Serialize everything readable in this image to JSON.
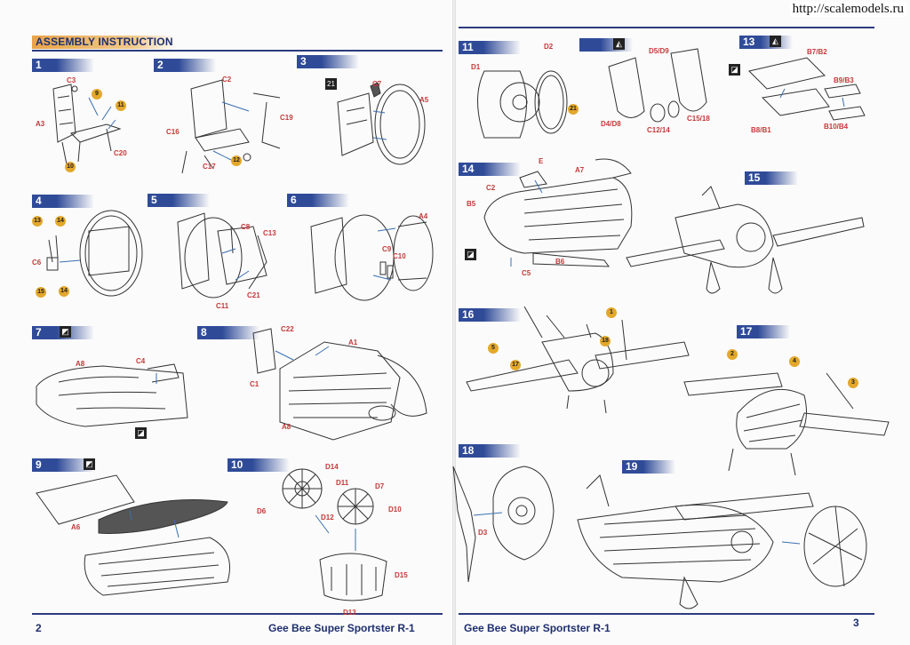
{
  "watermark": "http://scalemodels.ru",
  "left_page": {
    "header": "ASSEMBLY INSTRUCTION",
    "footer_title": "Gee Bee Super Sportster R-1",
    "page_number": "2"
  },
  "right_page": {
    "footer_title": "Gee Bee Super Sportster R-1",
    "page_number": "3"
  },
  "steps": {
    "s1": {
      "num": "1",
      "labels": {
        "c3": "C3",
        "a3": "A3",
        "c20": "C20"
      },
      "pins": {
        "p9": "9",
        "p11": "11",
        "p10": "10"
      }
    },
    "s2": {
      "num": "2",
      "labels": {
        "c2": "C2",
        "c16": "C16",
        "c17": "C17",
        "c19": "C19"
      },
      "pins": {
        "p12": "12"
      }
    },
    "s3": {
      "num": "3",
      "labels": {
        "c7": "C7",
        "a5": "A5"
      },
      "pins": {
        "p21": "21"
      }
    },
    "s4": {
      "num": "4",
      "labels": {
        "c6": "C6"
      },
      "pins": {
        "p13": "13",
        "p14": "14",
        "p15": "15",
        "p14b": "14"
      }
    },
    "s5": {
      "num": "5",
      "labels": {
        "c8": "C8",
        "c13": "C13",
        "c11": "C11",
        "c21": "C21"
      }
    },
    "s6": {
      "num": "6",
      "labels": {
        "a4": "A4",
        "c9": "C9",
        "c10": "C10"
      }
    },
    "s7": {
      "num": "7",
      "labels": {
        "a8": "A8",
        "c4": "C4"
      }
    },
    "s8": {
      "num": "8",
      "labels": {
        "c22": "C22",
        "a1": "A1",
        "c1": "C1",
        "a8": "A8"
      }
    },
    "s9": {
      "num": "9",
      "labels": {
        "a6": "A6"
      }
    },
    "s10": {
      "num": "10",
      "labels": {
        "d14": "D14",
        "d11": "D11",
        "d7": "D7",
        "d6": "D6",
        "d12": "D12",
        "d10": "D10",
        "d15": "D15",
        "d13": "D13"
      }
    },
    "s11": {
      "num": "11",
      "labels": {
        "d1": "D1",
        "d2": "D2",
        "d5d9": "D5/D9",
        "d4d8": "D4/D8",
        "c12": "C12/14",
        "c15": "C15/18"
      },
      "pins": {
        "p21": "21"
      }
    },
    "s13": {
      "num": "13",
      "labels": {
        "b7b2": "B7/B2",
        "b9b3": "B9/B3",
        "b8b1": "B8/B1",
        "b10b4": "B10/B4"
      }
    },
    "s14": {
      "num": "14",
      "labels": {
        "e": "E",
        "a7": "A7",
        "c2": "C2",
        "b5": "B5",
        "c5": "C5",
        "b6": "B6"
      }
    },
    "s15": {
      "num": "15"
    },
    "s16": {
      "num": "16",
      "pins": {
        "p1": "1",
        "p18": "18",
        "p5": "5",
        "p17": "17"
      }
    },
    "s17": {
      "num": "17",
      "pins": {
        "p2": "2",
        "p4": "4",
        "p3": "3"
      }
    },
    "s18": {
      "num": "18",
      "labels": {
        "d3": "D3"
      }
    },
    "s19": {
      "num": "19"
    }
  },
  "icons": [
    "cement-icon",
    "decal-icon",
    "paint-icon"
  ]
}
